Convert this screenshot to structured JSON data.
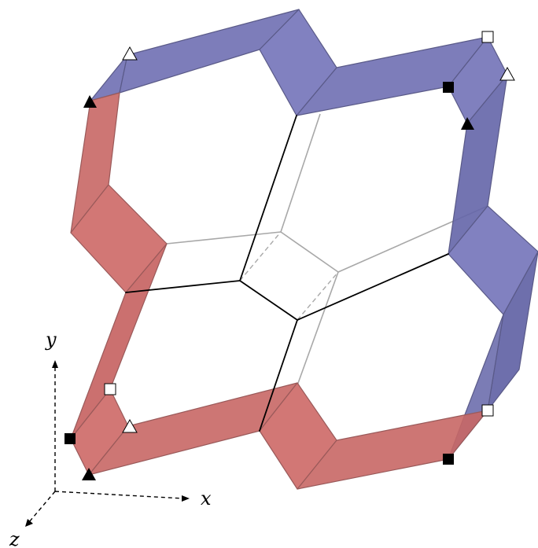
{
  "axes": {
    "x_label": "x",
    "y_label": "y",
    "z_label": "z"
  },
  "colors": {
    "red_face": "#d0706e",
    "red_face_dark": "#c5615f",
    "blue_face": "#6f6fb2",
    "blue_face_dark": "#5e5fa3",
    "edge_dark": "#000000",
    "edge_light": "#a8a8a8"
  },
  "markers": [
    {
      "shape": "filled-triangle"
    },
    {
      "shape": "open-triangle"
    },
    {
      "shape": "open-square"
    },
    {
      "shape": "filled-square"
    }
  ]
}
